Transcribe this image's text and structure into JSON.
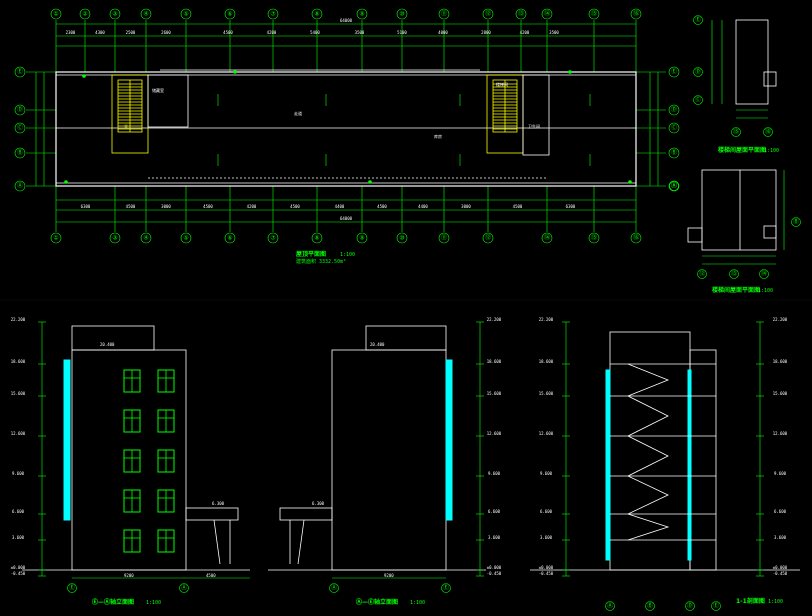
{
  "plan": {
    "top_axes": [
      "①",
      "②",
      "③",
      "④",
      "⑤",
      "⑥",
      "⑦",
      "⑧",
      "⑨",
      "⑩",
      "⑪",
      "⑫",
      "⑬",
      "⑭",
      "⑮",
      "⑯"
    ],
    "bottom_axes": [
      "①",
      "③",
      "④",
      "⑤",
      "⑥",
      "⑦",
      "⑧",
      "⑨",
      "⑩",
      "⑪",
      "⑫",
      "⑭",
      "⑮",
      "⑯"
    ],
    "side_axes": [
      "Ⓔ",
      "Ⓓ",
      "Ⓒ",
      "Ⓑ",
      "Ⓐ"
    ],
    "overall_dim": "64000",
    "top_dims": [
      "2300",
      "4300",
      "2500",
      "2600",
      "4500",
      "4200",
      "5400",
      "3500",
      "5100",
      "4000",
      "2800",
      "4200",
      "3500"
    ],
    "bottom_dims": [
      "6300",
      "4500",
      "3000",
      "4500",
      "4200",
      "4500",
      "4400",
      "4500",
      "4400",
      "3000",
      "4500",
      "6300"
    ],
    "room_labels": [
      "储藏室",
      "走道",
      "楼梯间",
      "卫生间",
      "库房"
    ],
    "title": "屋顶平面图",
    "scale": "1:100",
    "subtitle": "建筑面积 3332.50m²"
  },
  "small_plans": [
    {
      "title": "楼梯间屋面平面图",
      "scale": "1:100",
      "axes": [
        "Ⓔ",
        "Ⓓ",
        "Ⓒ",
        "⑮",
        "⑯"
      ]
    },
    {
      "title": "楼梯间屋面平面图",
      "scale": "1:100",
      "axes": [
        "Ⓐ",
        "Ⓑ",
        "⑫",
        "⑬",
        "⑭"
      ]
    }
  ],
  "elevations": [
    {
      "title": "Ⓔ—Ⓐ轴立面图",
      "scale": "1:100",
      "axis_left": "Ⓔ",
      "axis_right": "Ⓐ",
      "dims": [
        "9200",
        "4500"
      ],
      "roof_label": "20.400"
    },
    {
      "title": "Ⓐ—Ⓔ轴立面图",
      "scale": "1:100",
      "axis_left": "Ⓐ",
      "axis_right": "Ⓔ",
      "dims": [
        "9200"
      ],
      "roof_label": "20.400"
    }
  ],
  "section": {
    "title": "1-1剖面图",
    "scale": "1:100",
    "axes": [
      "Ⓐ",
      "Ⓑ",
      "Ⓓ",
      "Ⓔ"
    ]
  },
  "levels": [
    "22.200",
    "18.600",
    "15.600",
    "12.600",
    "9.600",
    "6.600",
    "3.600",
    "±0.000",
    "-0.450"
  ],
  "canopy_label": "6.300"
}
